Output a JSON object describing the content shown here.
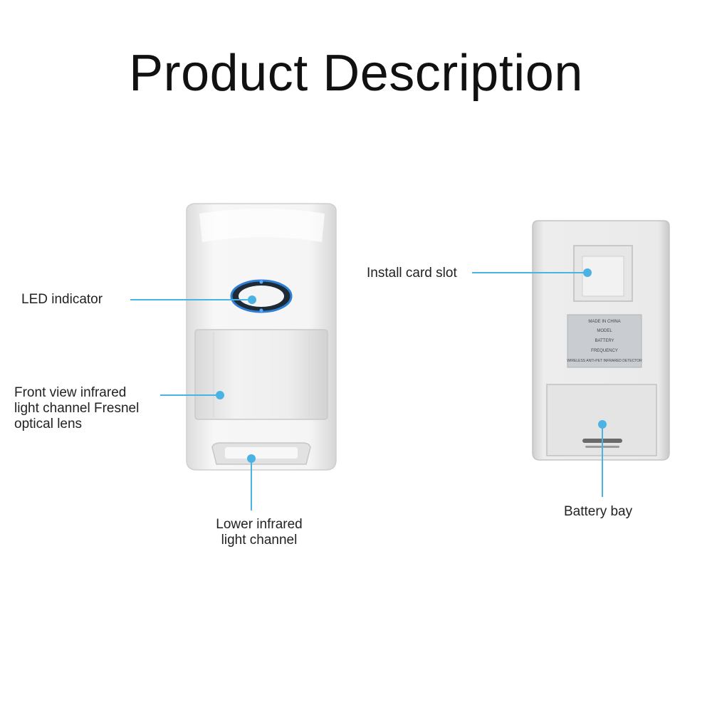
{
  "title": "Product Description",
  "labels": {
    "led": "LED indicator",
    "front_lens": [
      "Front view infrared",
      "light channel Fresnel",
      "optical lens"
    ],
    "lower_channel": [
      "Lower infrared",
      "light channel"
    ],
    "card_slot": "Install card slot",
    "battery": "Battery bay"
  },
  "back_label_text": [
    "MADE IN CHINA",
    "MODEL",
    "BATTERY",
    "FREQUENCY",
    "WIRELESS ANTI-PET INFRARED DETECTOR"
  ],
  "colors": {
    "leader_line": "#4bb3e3",
    "led_ring": "#2f7fd6",
    "device_body": "#f3f3f3"
  }
}
